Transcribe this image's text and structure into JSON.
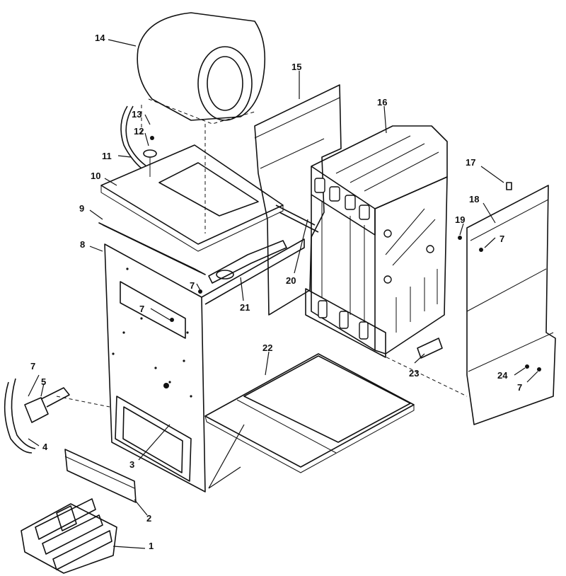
{
  "callouts": {
    "c1": "1",
    "c2": "2",
    "c3": "3",
    "c4": "4",
    "c5": "5",
    "c7a": "7",
    "c7b": "7",
    "c7c": "7",
    "c7d": "7",
    "c7e": "7",
    "c8": "8",
    "c9": "9",
    "c10": "10",
    "c11": "11",
    "c12": "12",
    "c13": "13",
    "c14": "14",
    "c15": "15",
    "c16": "16",
    "c17": "17",
    "c18": "18",
    "c19": "19",
    "c20": "20",
    "c21": "21",
    "c22": "22",
    "c23": "23",
    "c24": "24"
  }
}
